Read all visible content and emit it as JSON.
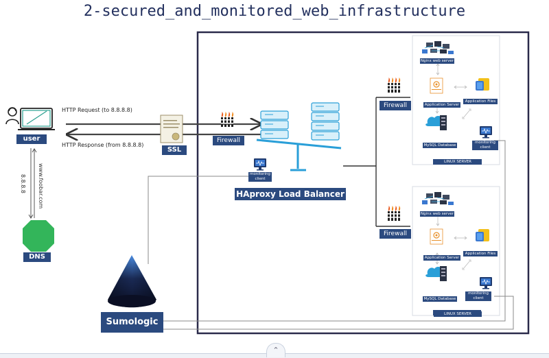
{
  "title": "2-secured_and_monitored_web_infrastructure",
  "user": {
    "label": "user"
  },
  "dns": {
    "label": "DNS",
    "ip": "8.8.8.8",
    "domain": "www.foobar.com"
  },
  "ssl": {
    "label": "SSL"
  },
  "http": {
    "request": "HTTP Request (to 8.8.8.8)",
    "response": "HTTP Response (from 8.8.8.8)"
  },
  "firewalls": {
    "main": "Firewall",
    "server1": "Firewall",
    "server2": "Firewall"
  },
  "load_balancer": {
    "label": "HAproxy Load Balancer",
    "monitoring": "monitoring client"
  },
  "sumologic": {
    "label": "Sumologic"
  },
  "server1": {
    "nginx": "Nginx web server",
    "app_server": "Application Server",
    "app_files": "Application Files",
    "mysql": "MySQL Database",
    "monitoring": "monitoring client",
    "footer": "LINUX SERVER"
  },
  "server2": {
    "nginx": "Nginx web server",
    "app_server": "Application Server",
    "app_files": "Application Files",
    "mysql": "MySQL Database",
    "monitoring": "monitoring client",
    "footer": "LINUX SERVER"
  },
  "colors": {
    "navy": "#2b4a7f",
    "frame": "#2a2a4a",
    "dns": "#33b55a",
    "sumologic_top": "#3a78d0"
  },
  "icons": {
    "user": "person-laptop-icon",
    "dns": "octagon-icon",
    "ssl": "certificate-icon",
    "firewall": "fire-wall-icon",
    "monitor": "monitor-icon",
    "lb": "scale-icon",
    "sumologic": "cone-icon",
    "scroll": "chevron-up-icon"
  }
}
